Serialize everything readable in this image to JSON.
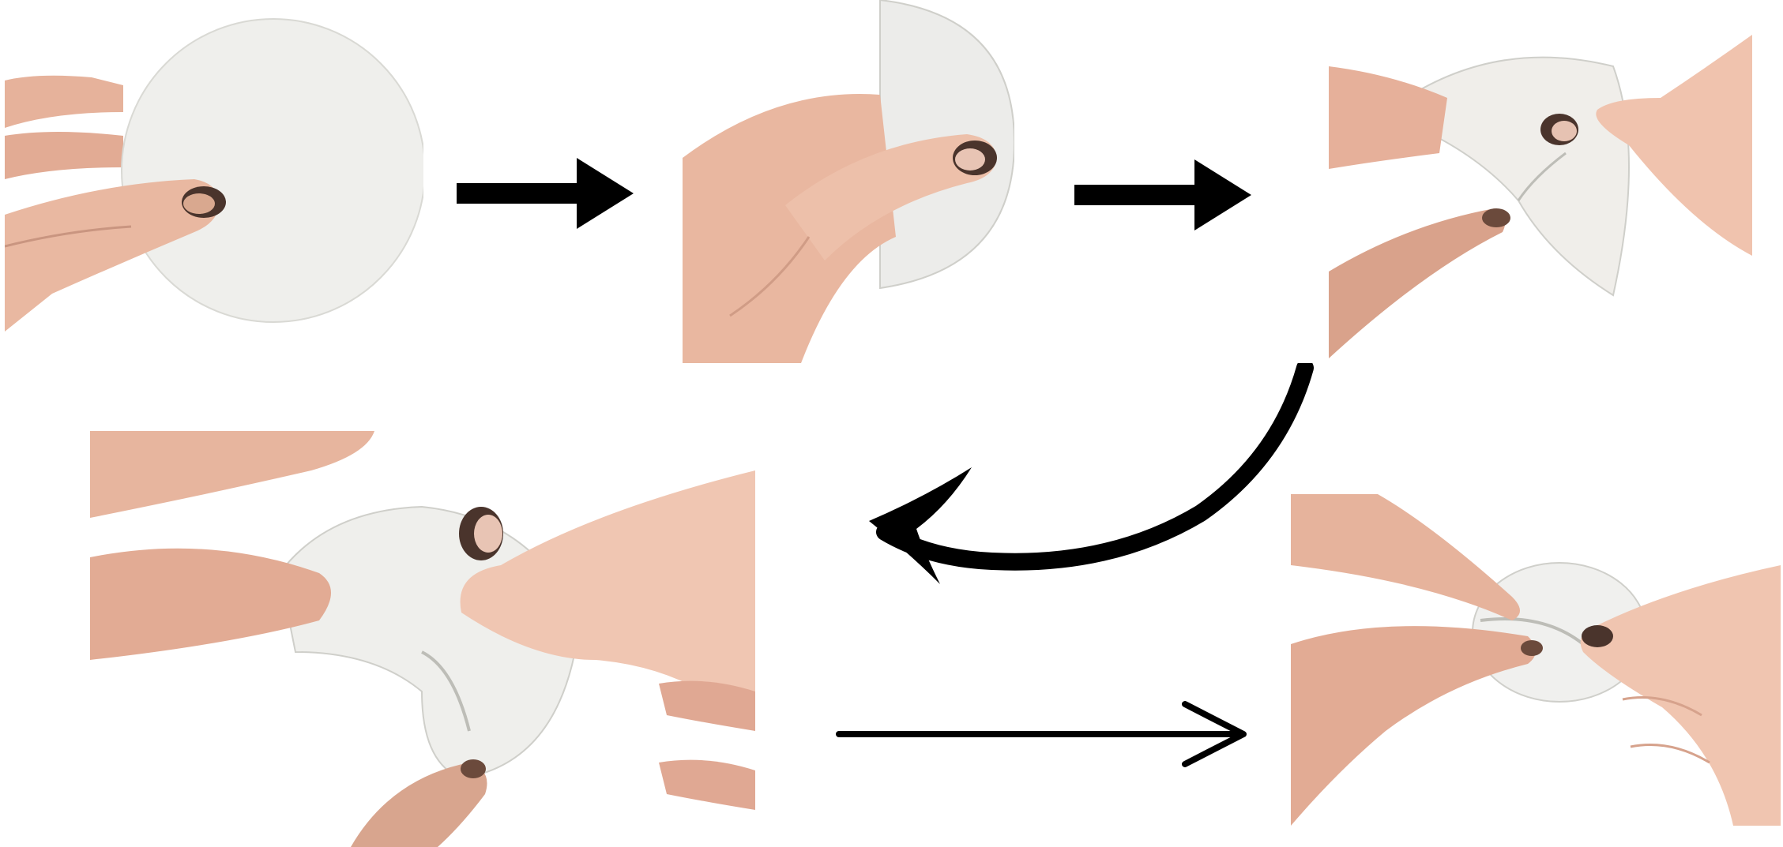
{
  "figure": {
    "steps": [
      {
        "id": "step-1",
        "name": "hand-holding-flat-circle"
      },
      {
        "id": "step-2",
        "name": "hand-holding-folded-half-circle"
      },
      {
        "id": "step-3",
        "name": "two-hands-creasing-folded-circle"
      },
      {
        "id": "step-4",
        "name": "two-hands-pinching-center"
      },
      {
        "id": "step-5",
        "name": "two-hands-rolling-into-cone"
      }
    ],
    "arrows": [
      {
        "from": "step-1",
        "to": "step-2",
        "style": "bold-block"
      },
      {
        "from": "step-2",
        "to": "step-3",
        "style": "bold-block"
      },
      {
        "from": "step-3",
        "to": "step-4",
        "style": "curved-brush"
      },
      {
        "from": "step-4",
        "to": "step-5",
        "style": "thin-line"
      }
    ],
    "colors": {
      "skin": "#e8b9a2",
      "paper": "#efefec",
      "nail": "#4a342c",
      "arrow": "#000000"
    }
  }
}
